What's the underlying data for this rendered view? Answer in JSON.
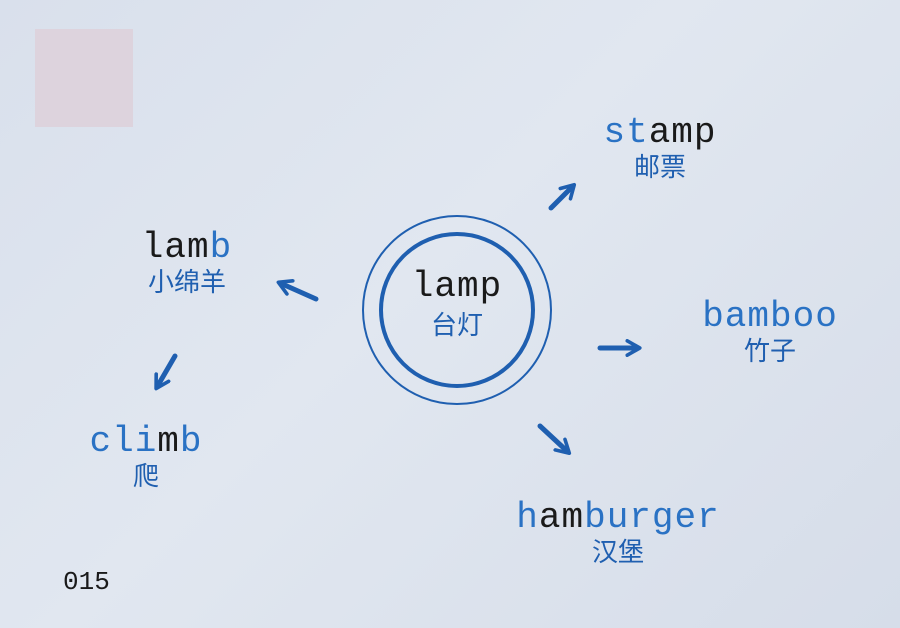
{
  "center": {
    "word_black": "lamp",
    "gloss": "台灯"
  },
  "nodes": {
    "stamp": {
      "blue": "st",
      "black": "amp",
      "rest": "",
      "gloss": "邮票"
    },
    "bamboo": {
      "blue": "bamboo",
      "black": "",
      "rest": "",
      "gloss": "竹子"
    },
    "hamburger": {
      "blue": "h",
      "black": "am",
      "rest": "burger",
      "gloss": "汉堡"
    },
    "lamb": {
      "blue": "",
      "black": "lam",
      "rest": "b",
      "gloss": "小绵羊"
    },
    "climb": {
      "blue": "cli",
      "black": "m",
      "rest": "b",
      "gloss": "爬"
    }
  },
  "page_number": "015",
  "colors": {
    "arrow": "#1f5fb0",
    "circle": "#1f5fb0",
    "letters_blue": "#2a72c4",
    "letters_black": "#1a1a1a"
  }
}
